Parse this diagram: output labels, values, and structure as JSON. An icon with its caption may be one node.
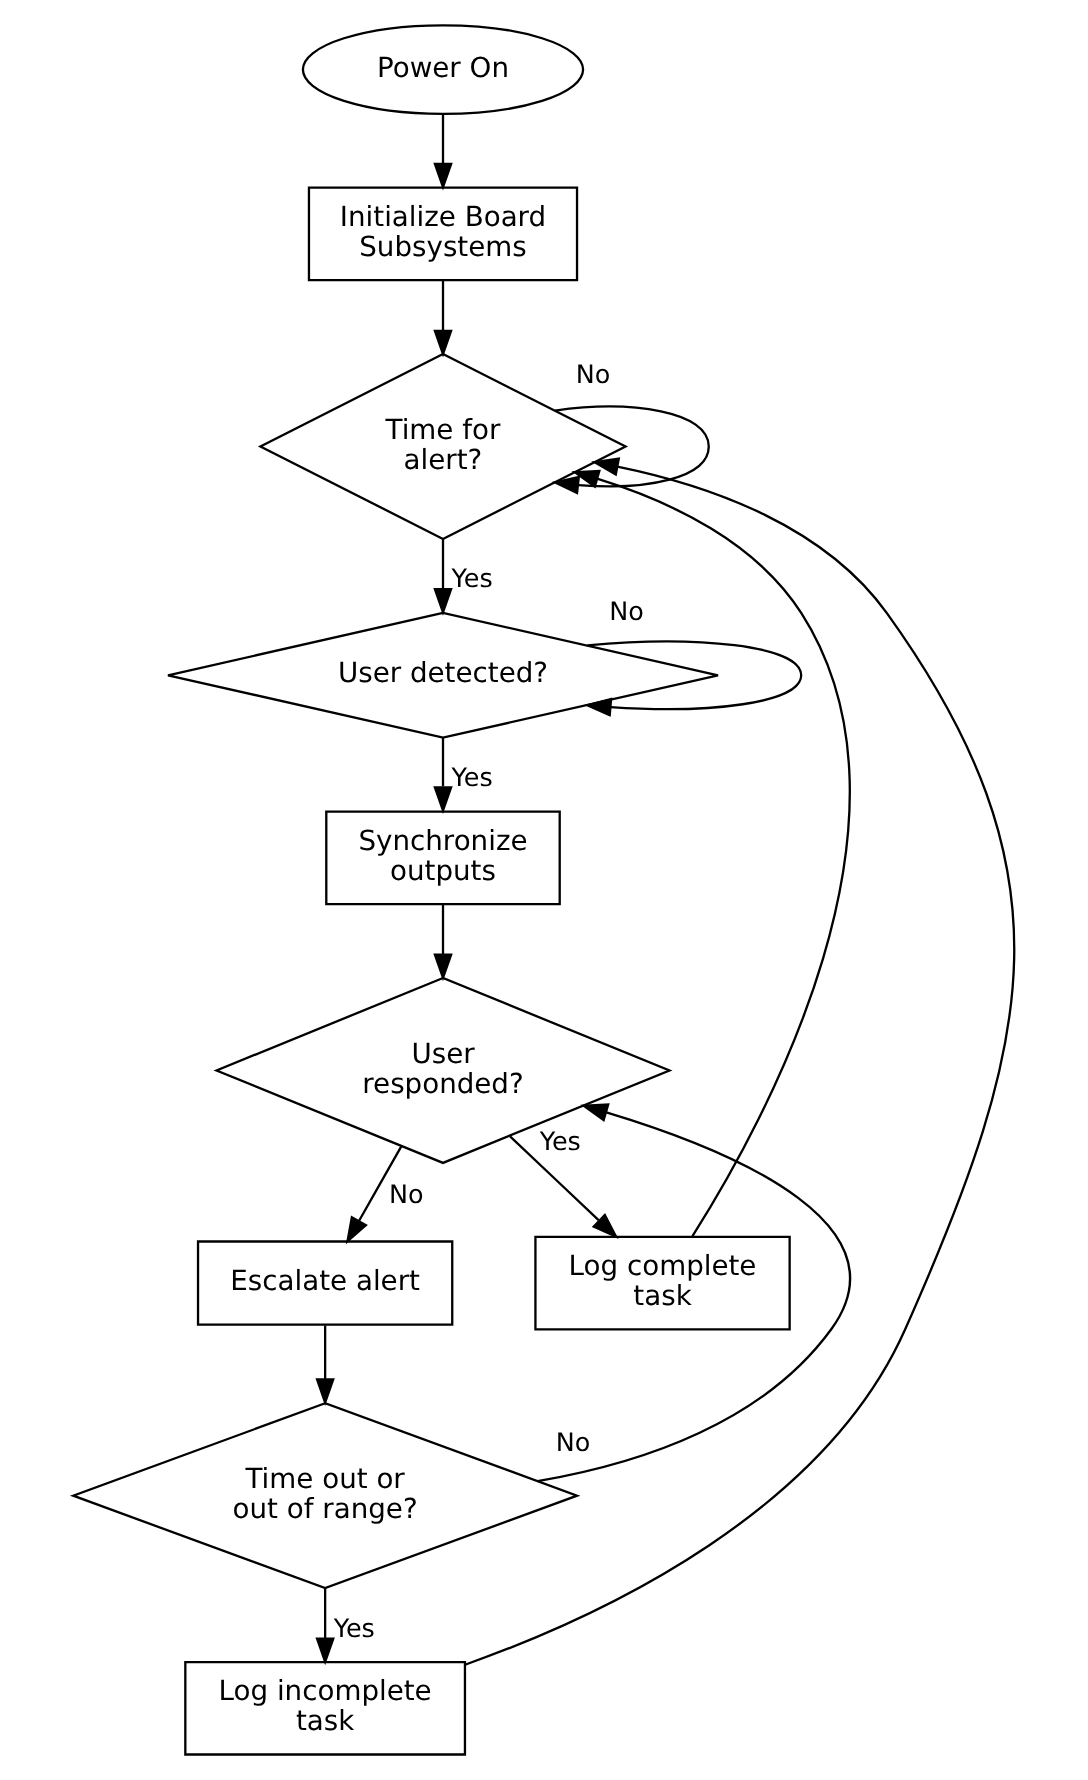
{
  "diagram": {
    "nodes": [
      {
        "text": [
          "Power On"
        ]
      },
      {
        "text": [
          "Initialize Board Subsystems"
        ]
      },
      {
        "text": [
          "Time for alert?"
        ]
      },
      {
        "text": [
          "User detected?"
        ]
      },
      {
        "text": [
          "Synchronize outputs"
        ]
      },
      {
        "text": [
          "User responded?"
        ]
      },
      {
        "text": [
          "Escalate alert"
        ]
      },
      {
        "text": [
          "Log complete task"
        ]
      },
      {
        "text": [
          "Time out or out of range?"
        ]
      },
      {
        "text": [
          "Log incomplete task"
        ]
      }
    ],
    "edges": [
      {
        "from": 0,
        "to": 1,
        "arrow": "to"
      },
      {
        "from": 1,
        "to": 2,
        "arrow": "to"
      },
      {
        "from": 2,
        "to": 2,
        "label": "No",
        "arrow": "to"
      },
      {
        "from": 2,
        "to": 3,
        "label": "Yes",
        "arrow": "to"
      },
      {
        "from": 3,
        "to": 3,
        "label": "No",
        "arrow": "to"
      },
      {
        "from": 3,
        "to": 4,
        "label": "Yes",
        "arrow": "to"
      },
      {
        "from": 4,
        "to": 5,
        "arrow": "to"
      },
      {
        "from": 5,
        "to": 6,
        "label": "No",
        "arrow": "to"
      },
      {
        "from": 5,
        "to": 7,
        "label": "Yes",
        "arrow": "to"
      },
      {
        "from": 6,
        "to": 8,
        "arrow": "to"
      },
      {
        "from": 8,
        "to": 5,
        "label": "No",
        "arrow": "to"
      },
      {
        "from": 8,
        "to": 9,
        "label": "Yes",
        "arrow": "to"
      },
      {
        "from": 7,
        "to": 2,
        "arrow": "to"
      },
      {
        "from": 9,
        "to": 2,
        "arrow": "to"
      }
    ]
  }
}
